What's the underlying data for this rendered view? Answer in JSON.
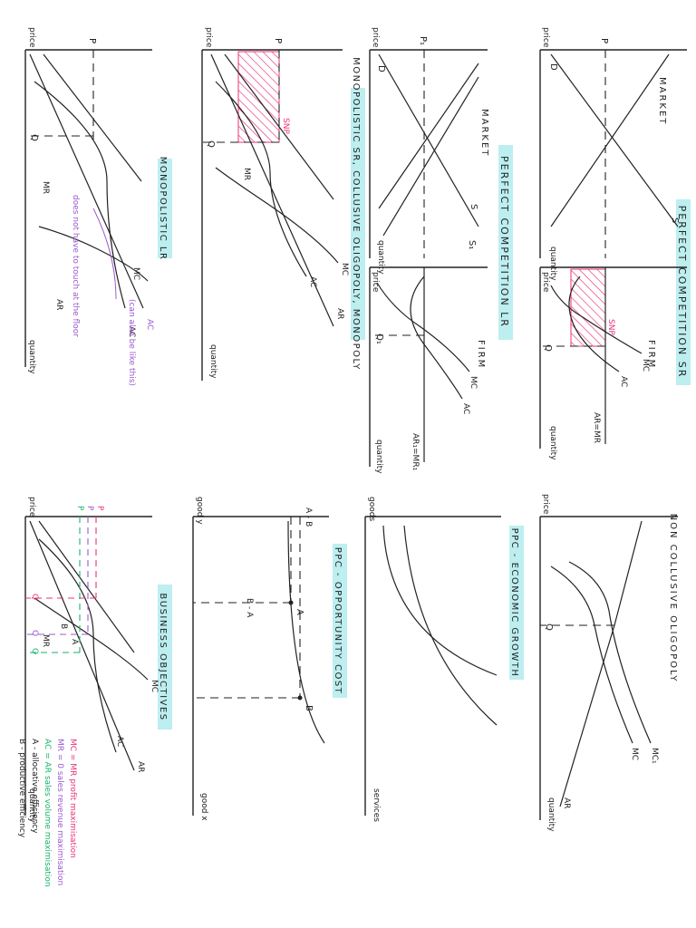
{
  "sheet": {
    "ink": "#222222",
    "accent_title_bg": "#bdeef0",
    "accent_pink": "#e8337a",
    "accent_purple": "#9b59d0",
    "accent_green": "#19b36b"
  },
  "pc_sr": {
    "title": "PERFECT COMPETITION SR",
    "market_label": "MARKET",
    "firm_label": "FIRM",
    "price": "price",
    "quantity": "quantity",
    "p": "P",
    "d": "D",
    "s": "S",
    "q": "Q",
    "snp": "SNP",
    "mc": "MC",
    "ac": "AC",
    "armr": "AR=MR"
  },
  "pc_lr": {
    "title": "PERFECT COMPETITION LR",
    "market_label": "MARKET",
    "firm_label": "FIRM",
    "price": "price",
    "quantity": "quantity",
    "p1": "P₁",
    "d": "D",
    "s": "S",
    "s1": "S₁",
    "q1": "Q₁",
    "mc": "MC",
    "ac": "AC",
    "armr": "AR₁=MR₁"
  },
  "mono_sr": {
    "title": "MONOPOLISTIC SR, COLLUSIVE OLIGOPOLY, MONOPOLY",
    "price": "price",
    "quantity": "quantity",
    "p": "P",
    "q": "Q",
    "snp": "SNP",
    "mr": "MR",
    "mc": "MC",
    "ac": "AC",
    "ar": "AR"
  },
  "mono_lr": {
    "title": "MONOPOLISTIC LR",
    "price": "price",
    "quantity": "quantity",
    "p": "P",
    "q": "Q",
    "mr": "MR",
    "mc": "MC",
    "ac": "AC",
    "ar": "AR",
    "note1": "(can also be like this)",
    "note1_ac": "AC",
    "note2": "does not have to touch at the floor"
  },
  "nco": {
    "title": "NON COLLUSIVE OLIGOPOLY",
    "price": "price",
    "quantity": "quantity",
    "q": "Q",
    "mc1": "MC₁",
    "mc": "MC",
    "ar": "AR"
  },
  "ppc_growth": {
    "title": "PPC - ECONOMIC GROWTH",
    "goods": "goods",
    "services": "services"
  },
  "ppc_cost": {
    "title": "PPC - OPPORTUNITY COST",
    "good_y": "good y",
    "good_x": "good x",
    "a": "A",
    "b": "B",
    "a_minus_b": "A - B",
    "b_minus_a": "B - A"
  },
  "bus_obj": {
    "title": "BUSINESS OBJECTIVES",
    "price": "price",
    "quantity": "quantity",
    "p": "P",
    "q": "Q",
    "a": "A",
    "b": "B",
    "mr": "MR",
    "mc": "MC",
    "ac": "AC",
    "ar": "AR",
    "legend": [
      {
        "text": "MC = MR profit maximisation",
        "color": "#e8337a"
      },
      {
        "text": "MR = 0  sales revenue maximisation",
        "color": "#9b59d0"
      },
      {
        "text": "AC = AR sales volume maximisation",
        "color": "#19b36b"
      },
      {
        "text": "A - allocative efficiency",
        "color": "#222222"
      },
      {
        "text": "B - productive efficiency",
        "color": "#222222"
      }
    ]
  }
}
